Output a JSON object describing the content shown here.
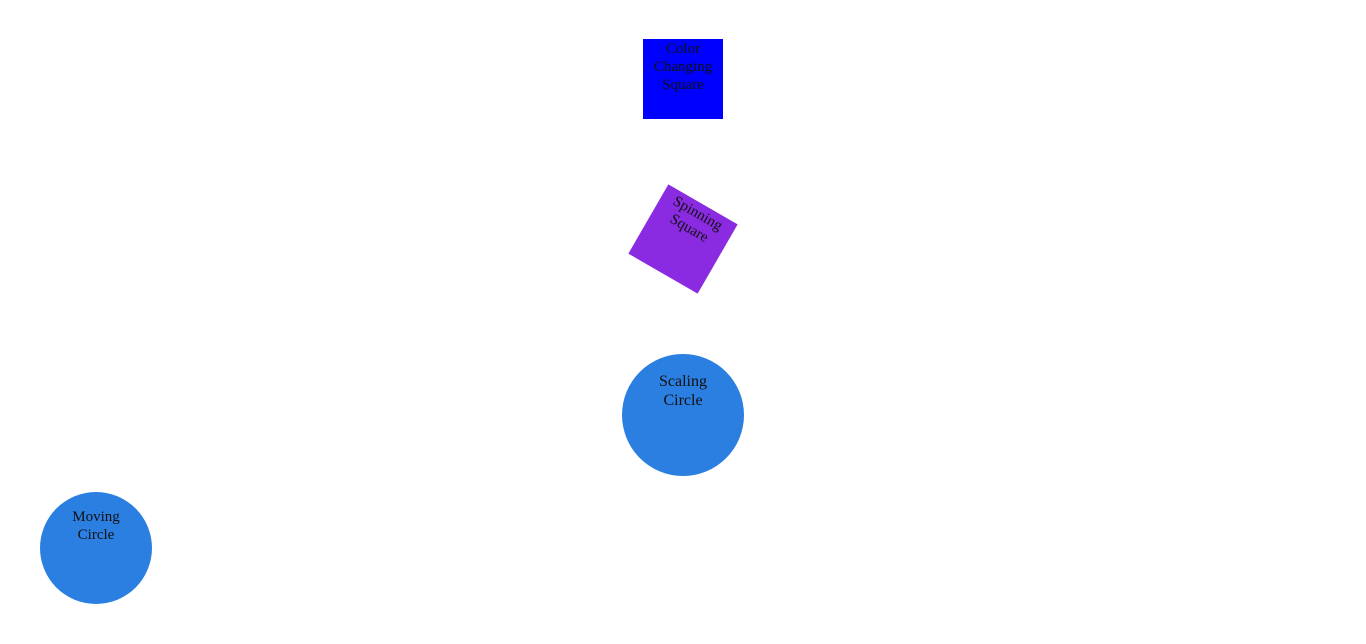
{
  "shapes": {
    "color_square": {
      "lines": [
        "Color",
        "Changing",
        "Square"
      ],
      "color": "#0000ff"
    },
    "spinning_square": {
      "lines": [
        "Spinning",
        "Square"
      ],
      "color": "#8a2be2"
    },
    "scaling_circle": {
      "lines": [
        "Scaling",
        "Circle"
      ],
      "color": "#2b7fe0"
    },
    "moving_circle": {
      "lines": [
        "Moving",
        "Circle"
      ],
      "color": "#2b7fe0"
    }
  }
}
